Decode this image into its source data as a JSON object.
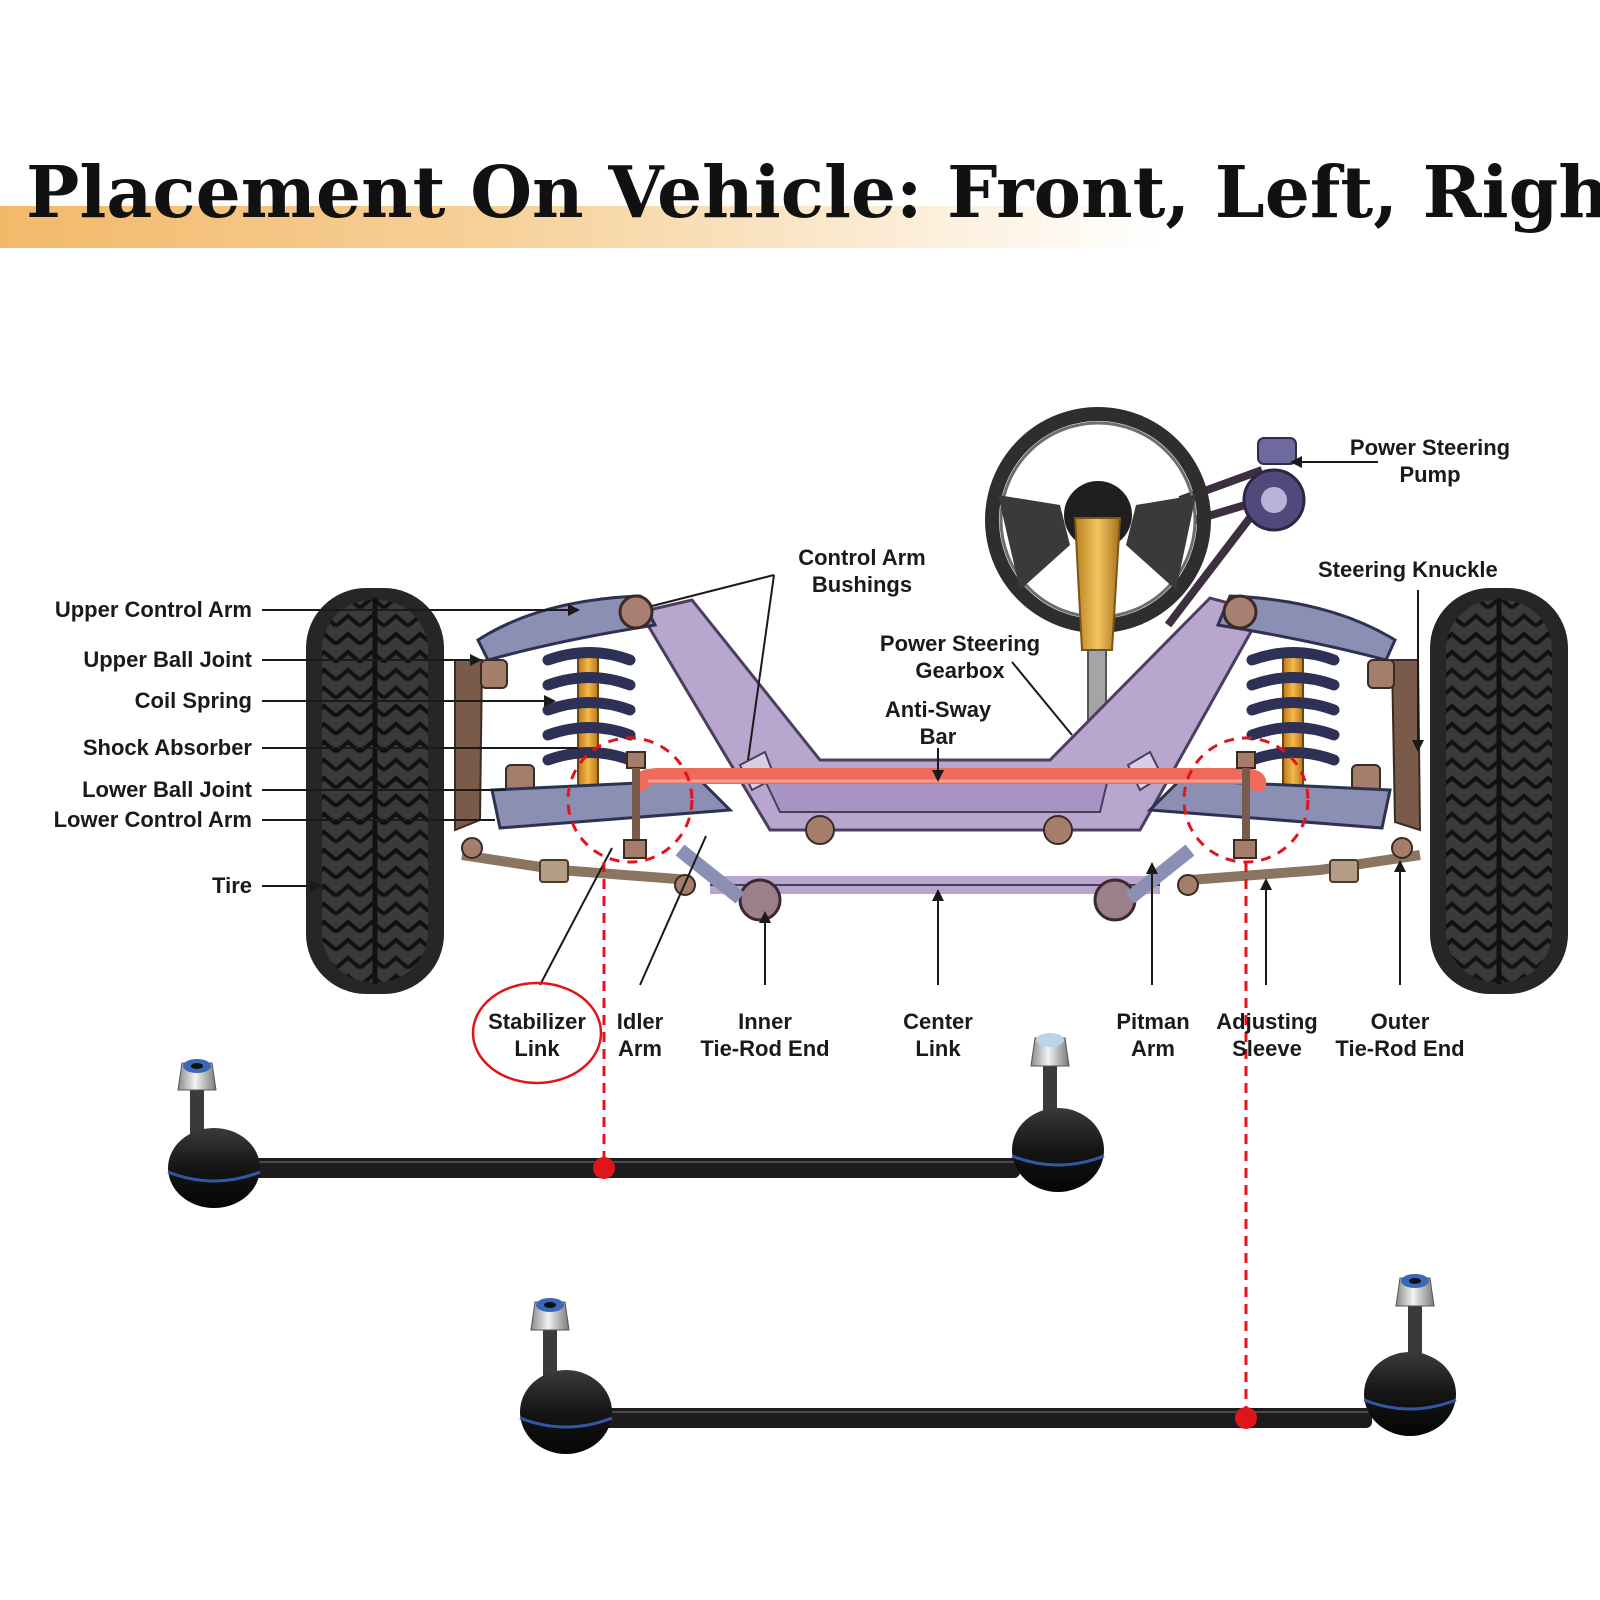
{
  "title": "Placement On Vehicle: Front, Left, Right",
  "labels": {
    "upper_control_arm": "Upper Control Arm",
    "upper_ball_joint": "Upper Ball Joint",
    "coil_spring": "Coil Spring",
    "shock_absorber": "Shock Absorber",
    "lower_ball_joint": "Lower Ball Joint",
    "lower_control_arm": "Lower Control Arm",
    "tire": "Tire",
    "control_arm_bushings": [
      "Control Arm",
      "Bushings"
    ],
    "power_steering_gearbox": [
      "Power Steering",
      "Gearbox"
    ],
    "anti_sway_bar": [
      "Anti-Sway",
      "Bar"
    ],
    "power_steering_pump": [
      "Power Steering",
      "Pump"
    ],
    "steering_knuckle": "Steering Knuckle",
    "stabilizer_link": [
      "Stabilizer",
      "Link"
    ],
    "idler_arm": [
      "Idler",
      "Arm"
    ],
    "inner_tie_rod_end": [
      "Inner",
      "Tie-Rod End"
    ],
    "center_link": [
      "Center",
      "Link"
    ],
    "pitman_arm": [
      "Pitman",
      "Arm"
    ],
    "adjusting_sleeve": [
      "Adjusting",
      "Sleeve"
    ],
    "outer_tie_rod_end": [
      "Outer",
      "Tie-Rod End"
    ]
  },
  "colors": {
    "frame": "#b9a6cf",
    "control_arm": "#8b8fb4",
    "anti_sway_bar": "#ef6a5a",
    "shock": "#f0a83a",
    "tire": "#2b2b2b",
    "marker_red": "#e0151b",
    "title_band": "#f2b96a"
  },
  "icons": {
    "steering_wheel": "steering-wheel-icon",
    "stabilizer_link_part": "stabilizer-link-part-icon"
  }
}
